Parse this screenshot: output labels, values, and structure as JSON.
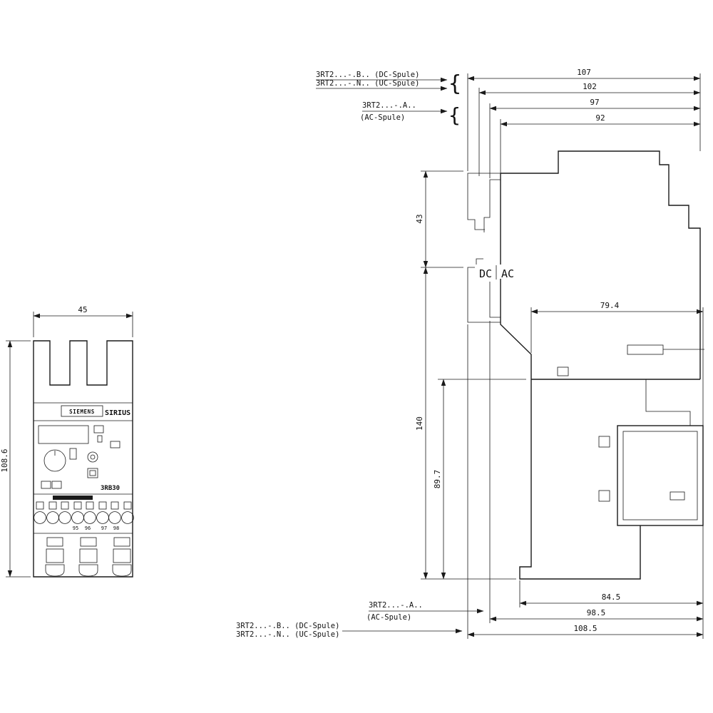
{
  "drawing": {
    "dims": {
      "w45": "45",
      "h108_6": "108.6",
      "d107": "107",
      "d102": "102",
      "d97": "97",
      "d92": "92",
      "d43": "43",
      "d140": "140",
      "d89_7": "89.7",
      "d79_4": "79.4",
      "d84_5": "84.5",
      "d98_5": "98.5",
      "d108_5": "108.5"
    },
    "labels": {
      "dc_spule": "3RT2...-.B.. (DC-Spule)",
      "uc_spule": "3RT2...-.N.. (UC-Spule)",
      "ac_type": "3RT2...-.A..",
      "ac_spule": "(AC-Spule)",
      "dc": "DC",
      "ac": "AC",
      "brace": "{"
    },
    "device": {
      "brand": "SIEMENS",
      "series": "SIRIUS",
      "model": "3RB30",
      "terminals": [
        "95",
        "96",
        "97",
        "98"
      ]
    }
  }
}
